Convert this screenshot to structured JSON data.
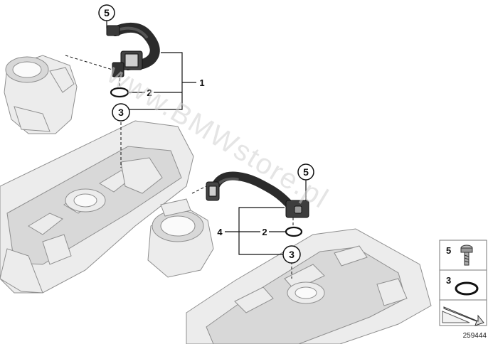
{
  "callouts": {
    "upper_breather_line": "1",
    "upper_gasket": "2",
    "upper_oring": "3",
    "upper_screw": "5",
    "lower_breather_line": "4",
    "lower_gasket": "2",
    "lower_oring": "3",
    "lower_screw": "5"
  },
  "legend": {
    "screw_label": "5",
    "oring_label": "3"
  },
  "watermark": "www.BMWstore.pl",
  "diagram_id": "259444",
  "colors": {
    "line": "#111111",
    "hose": "#2b2b2b",
    "part_fill": "#ececec",
    "part_stroke": "#8f8f8f",
    "watermark": "#cfcfcf"
  }
}
